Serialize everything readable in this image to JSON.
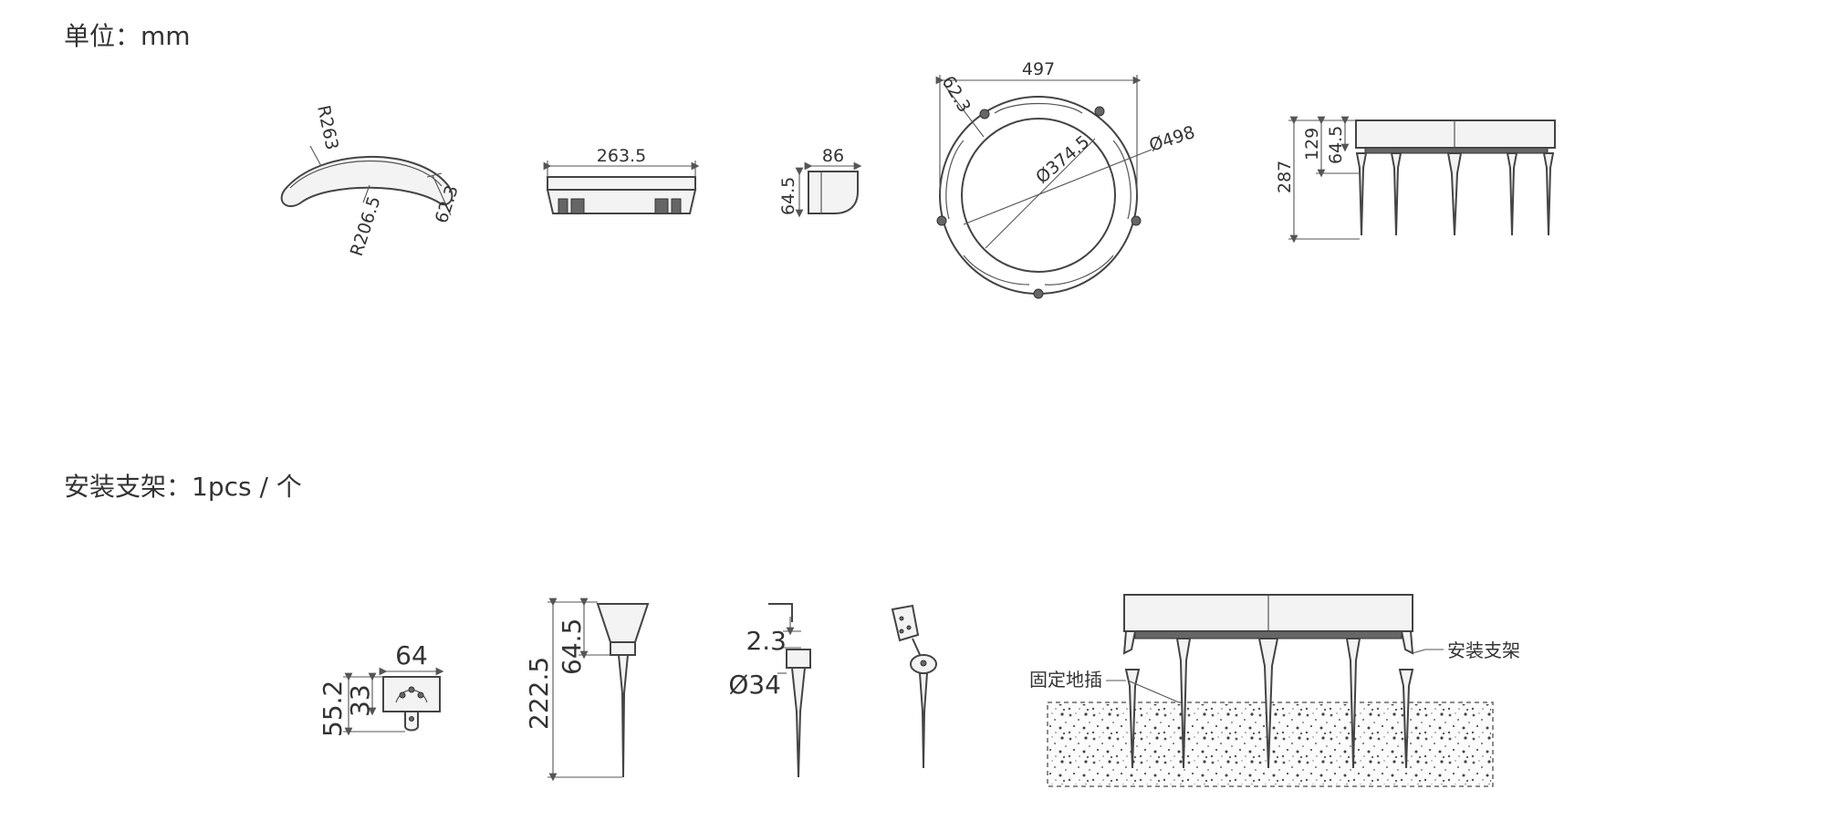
{
  "headings": {
    "unit": "单位：mm",
    "bracket": "安装支架：1pcs / 个"
  },
  "dims_top": {
    "r263": "R263",
    "r206": "R206.5",
    "w623a": "62.3",
    "len2635": "263.5",
    "w86": "86",
    "h645a": "64.5",
    "d497": "497",
    "w623b": "62.3",
    "d3745": "Ø374.5",
    "d498": "Ø498",
    "h287": "287",
    "h129": "129",
    "h645b": "64.5"
  },
  "dims_bottom": {
    "w64": "64",
    "h552": "55.2",
    "h33": "33",
    "h2225": "222.5",
    "h645c": "64.5",
    "t23": "2.3",
    "d34": "Ø34"
  },
  "callouts": {
    "ground_stake": "固定地插",
    "bracket": "安装支架"
  }
}
